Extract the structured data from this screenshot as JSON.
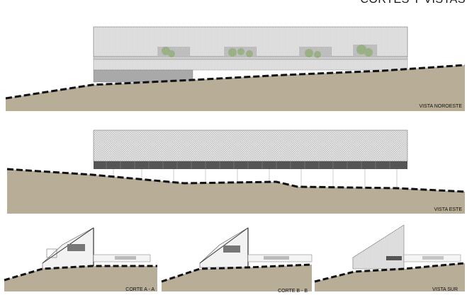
{
  "sheet": {
    "title": "CORTES Y VISTAS"
  },
  "views": {
    "noroeste": {
      "label": "VISTA NOROESTE"
    },
    "este": {
      "label": "VISTA ESTE"
    },
    "corte_a": {
      "label": "CORTE A - A"
    },
    "corte_b": {
      "label": "CORTE B - B"
    },
    "sur": {
      "label": "VISTA SUR"
    }
  },
  "colors": {
    "ground": "#b8ad96",
    "ground_line": "#111111",
    "facade": "#d6d6d6",
    "tree": "#8faa78",
    "band": "#555555"
  }
}
